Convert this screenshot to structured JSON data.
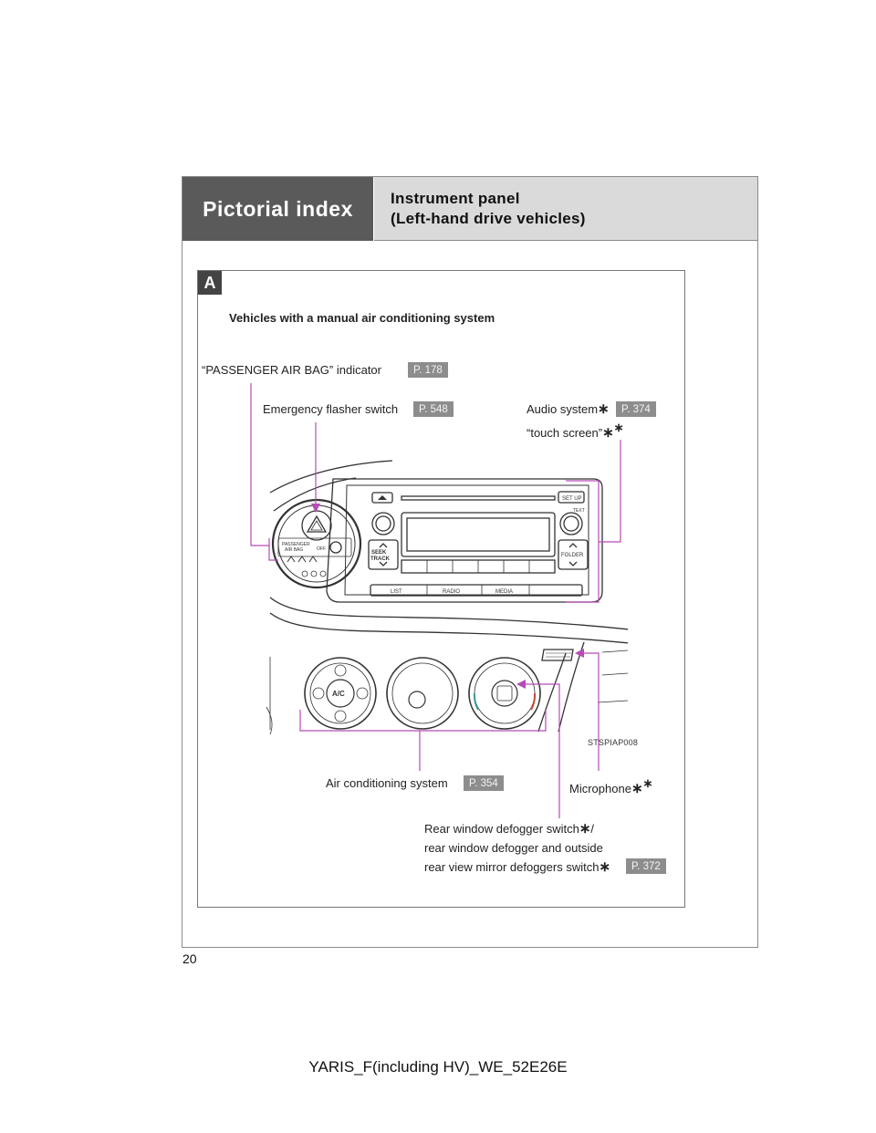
{
  "header": {
    "section": "Pictorial index",
    "title_line1": "Instrument panel",
    "title_line2": "(Left-hand drive vehicles)"
  },
  "panel": {
    "badge": "A",
    "variant": "Vehicles with a manual air conditioning system",
    "image_code": "STSPIAP008"
  },
  "labels": {
    "passenger_airbag": {
      "text": "“PASSENGER AIR BAG” indicator",
      "ref": "P. 178"
    },
    "emergency_flasher": {
      "text": "Emergency flasher switch",
      "ref": "P. 548"
    },
    "audio_system": {
      "text_line1": "Audio system",
      "text_line2": "“touch screen”",
      "asterisk": "∗",
      "ref": "P. 374"
    },
    "air_conditioning": {
      "text": "Air conditioning system",
      "ref": "P. 354"
    },
    "microphone": {
      "text": "Microphone",
      "asterisk": "∗"
    },
    "rear_defogger": {
      "line1": "Rear window defogger switch",
      "line1_suffix": "/",
      "line2": "rear window defogger and outside",
      "line3": "rear view mirror defoggers switch",
      "asterisk": "∗",
      "ref": "P. 372"
    }
  },
  "illustration": {
    "airbag_panel_text_1": "PASSENGER",
    "airbag_panel_text_2": "AIR BAG",
    "airbag_off": "OFF",
    "setup": "SET UP",
    "text_btn": "TEXT",
    "seek_1": "SEEK",
    "seek_2": "TRACK",
    "folder": "FOLDER",
    "list": "LIST",
    "radio": "RADIO",
    "media": "MEDIA",
    "ac": "A/C"
  },
  "page_number": "20",
  "footer": "YARIS_F(including HV)_WE_52E26E",
  "colors": {
    "leader": "#b64bb6",
    "header_dark": "#5a5a5a",
    "header_light": "#dadada",
    "ref_badge": "#8d8d8d"
  }
}
